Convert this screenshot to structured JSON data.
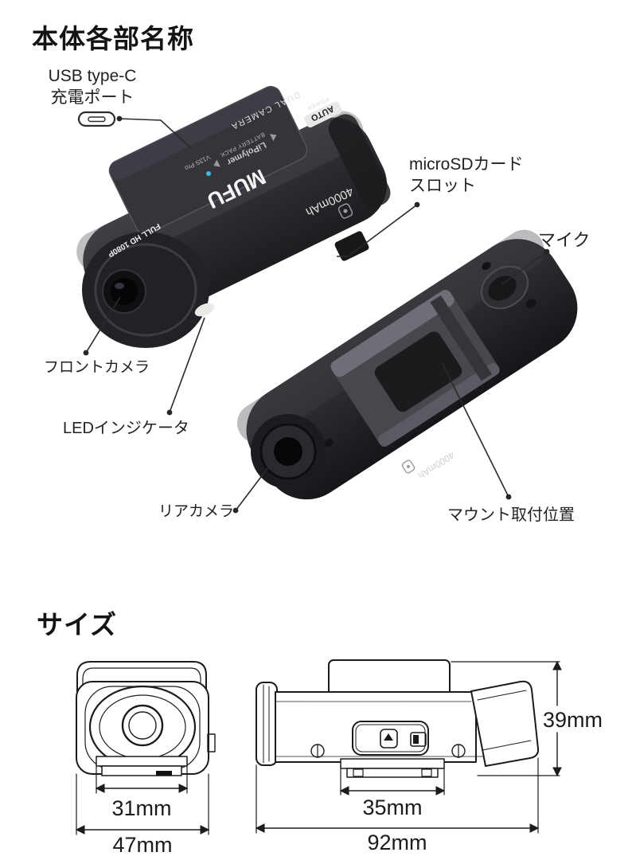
{
  "colors": {
    "background": "#ffffff",
    "heading_text": "#141414",
    "label_text": "#222222",
    "camera_body": "#28282c",
    "camera_highlight": "#45454c",
    "line_art": "#1b1b1b",
    "brand_accent_dot": "#3fb9e6"
  },
  "parts_section": {
    "title": "本体各部名称",
    "labels": {
      "usb_line1": "USB type-C",
      "usb_line2": "充電ポート",
      "microsd_line1": "microSDカード",
      "microsd_line2": "スロット",
      "mic": "マイク",
      "front_camera": "フロントカメラ",
      "led": "LEDインジケータ",
      "rear_camera": "リアカメラ",
      "mount": "マウント取付位置"
    },
    "device_markings": {
      "brand": "MUFU",
      "model": "V13S Pro",
      "battery_line1": "LiPolymer",
      "battery_line2": "BATTERY PACK",
      "edge_text": "DUAL CAMERA",
      "badge_line1": "AUTO",
      "badge_line2": "POWER",
      "capacity": "4000mAh",
      "lens_text": "FULL HD 1080P",
      "capacity_rear": "4000mAh"
    }
  },
  "size_section": {
    "title": "サイズ",
    "dimensions": {
      "front_inner": "31mm",
      "front_outer": "47mm",
      "side_mount": "35mm",
      "side_length": "92mm",
      "side_height": "39mm"
    }
  }
}
